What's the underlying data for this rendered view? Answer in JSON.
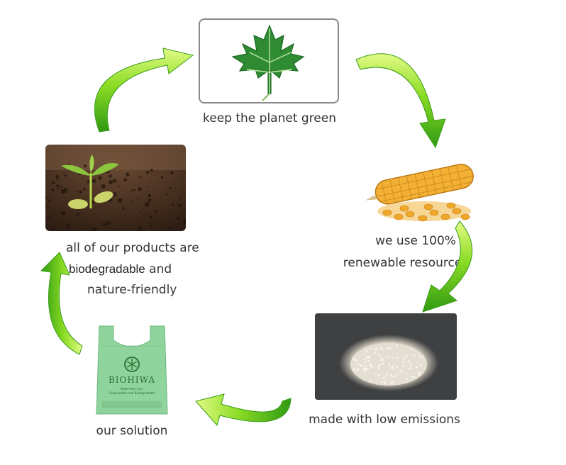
{
  "steps": {
    "leaf": {
      "label": "keep the planet green",
      "icon": "maple-leaf-icon"
    },
    "corn": {
      "line1": "we use 100%",
      "line2": "renewable resources",
      "icon": "corn-cob-icon"
    },
    "pellets": {
      "label": "made with low emissions",
      "icon": "plastic-pellets-icon"
    },
    "bag": {
      "label": "our solution",
      "brand": "BIOHIWA",
      "small1": "Made from Corn",
      "small2": "Compostable and Biodegradable",
      "icon": "biodegradable-bag-icon"
    },
    "sprout": {
      "line1": "all of our products are",
      "line2_a": "biodegradable",
      "line2_b": " and",
      "line3": "nature-friendly",
      "icon": "sprout-soil-icon"
    }
  },
  "colors": {
    "arrow_light": "#d6f56b",
    "arrow_mid": "#7fd61e",
    "arrow_dark": "#2f9a12",
    "bag_green": "#8fd49c",
    "frame_gray": "#888888"
  }
}
